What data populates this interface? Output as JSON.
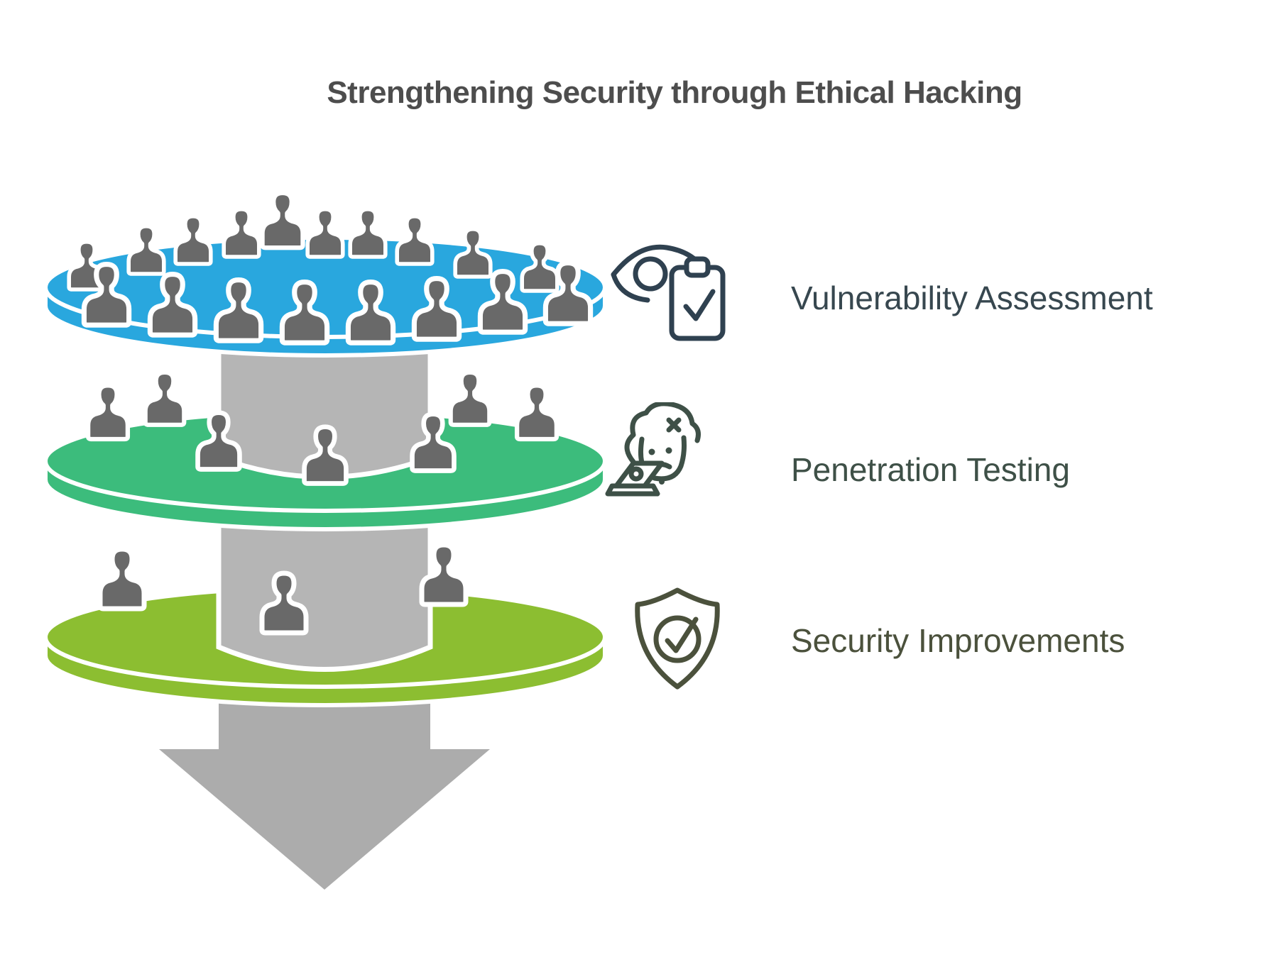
{
  "title": {
    "text": "Strengthening Security through Ethical Hacking",
    "color": "#4d4d4d"
  },
  "legend": {
    "items": [
      {
        "label": "Vulnerability Assessment",
        "icon": "eye-checklist-icon",
        "text_color": "#37474f"
      },
      {
        "label": "Penetration Testing",
        "icon": "pirate-laptop-icon",
        "text_color": "#3e5047"
      },
      {
        "label": "Security Improvements",
        "icon": "shield-check-icon",
        "text_color": "#4b513c"
      }
    ]
  },
  "funnel": {
    "levels": [
      {
        "name": "vulnerability-assessment-layer",
        "disc_color": "#29a7de",
        "people_count": 18
      },
      {
        "name": "penetration-testing-layer",
        "disc_color": "#3cbc7c",
        "people_count": 7
      },
      {
        "name": "security-improvements-layer",
        "disc_color": "#8cbe31",
        "people_count": 3
      }
    ],
    "connector_color": "#b5b5b5",
    "arrow_color": "#acacac",
    "person_color": "#696969",
    "outline_color": "#ffffff"
  }
}
